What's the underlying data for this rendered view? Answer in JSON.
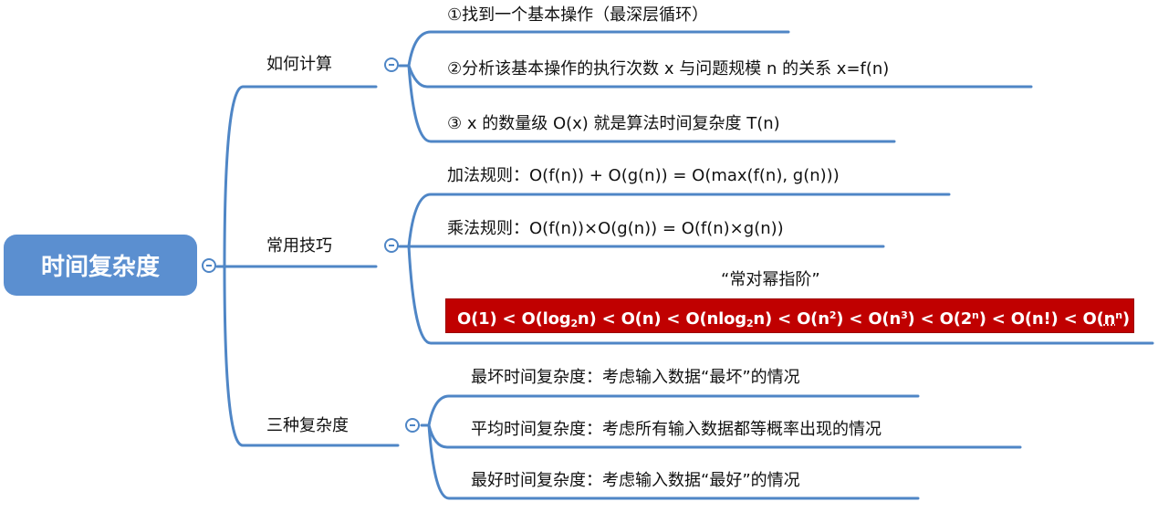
{
  "root": {
    "title": "时间复杂度"
  },
  "branches": [
    {
      "label": "如何计算",
      "items": [
        "①找到一个基本操作（最深层循环）",
        "②分析该基本操作的执行次数 x 与问题规模 n 的关系 x=f(n)",
        "③ x 的数量级 O(x) 就是算法时间复杂度 T(n)"
      ]
    },
    {
      "label": "常用技巧",
      "items": [
        "加法规则：O(f(n)) + O(g(n)) = O(max(f(n), g(n)))",
        "乘法规则：O(f(n))×O(g(n)) = O(f(n)×g(n))"
      ],
      "mnemonic": "“常对幂指阶”",
      "order_chain": {
        "parts": [
          "O(1) < O(log",
          "2",
          "n) < O(n) < O(nlog",
          "2",
          "n) < O(n",
          "2",
          ") < O(n",
          "3",
          ") < O(2",
          "n",
          ") < O(n!) < O(",
          "n",
          "n",
          ")"
        ]
      }
    },
    {
      "label": "三种复杂度",
      "items": [
        "最坏时间复杂度：考虑输入数据“最坏”的情况",
        "平均时间复杂度：考虑所有输入数据都等概率出现的情况",
        "最好时间复杂度：考虑输入数据“最好”的情况"
      ]
    }
  ],
  "colors": {
    "root_fill": "#5b8fd0",
    "line": "#4f86c6",
    "banner": "#c00000"
  },
  "icons": {
    "collapse": "minus-circle-icon"
  }
}
